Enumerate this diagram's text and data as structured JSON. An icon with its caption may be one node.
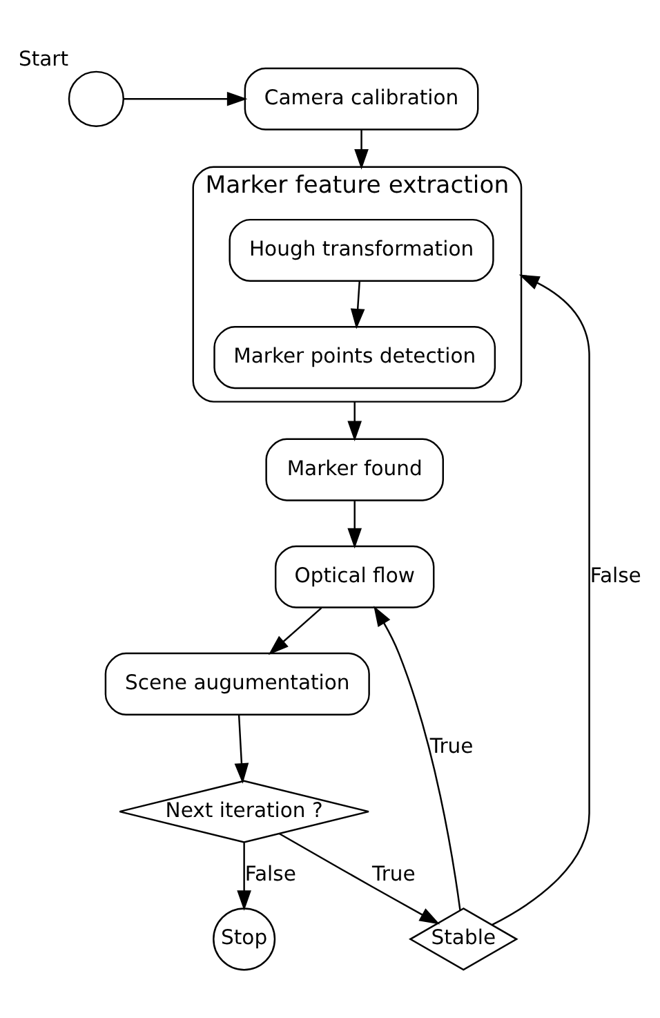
{
  "diagram": {
    "nodes": [
      {
        "text": [],
        "shape": "circle",
        "beside": [
          "Start"
        ]
      },
      {
        "text": [
          "Camera calibration"
        ]
      },
      {
        "text": [
          "Marker feature extraction"
        ]
      },
      {
        "text": [
          "Hough transformation"
        ],
        "in": 2
      },
      {
        "text": [
          "Marker points detection"
        ],
        "in": 2
      },
      {
        "text": [
          "Marker found"
        ]
      },
      {
        "text": [
          "Optical flow"
        ]
      },
      {
        "text": [
          "Scene augumentation"
        ]
      },
      {
        "text": [
          "Next iteration ?"
        ]
      },
      {
        "text": [
          "Stop"
        ]
      },
      {
        "text": [
          "Stable"
        ]
      }
    ],
    "edges": [
      {
        "from": 0,
        "to": 1,
        "arrow": "to"
      },
      {
        "from": 1,
        "to": 2,
        "arrow": "to"
      },
      {
        "from": 10,
        "to": 2,
        "arrow": "to",
        "label": "False"
      },
      {
        "from": 3,
        "to": 4,
        "arrow": "to"
      },
      {
        "from": 2,
        "to": 5,
        "arrow": "to"
      },
      {
        "from": 5,
        "to": 6,
        "arrow": "to"
      },
      {
        "from": 10,
        "to": 6,
        "arrow": "to",
        "label": "True"
      },
      {
        "from": 6,
        "to": 7,
        "arrow": "to"
      },
      {
        "from": 7,
        "to": 8,
        "arrow": "to"
      },
      {
        "from": 8,
        "to": 9,
        "arrow": "to",
        "label": "False"
      },
      {
        "from": 8,
        "to": 10,
        "arrow": "to",
        "label": "True"
      }
    ]
  }
}
